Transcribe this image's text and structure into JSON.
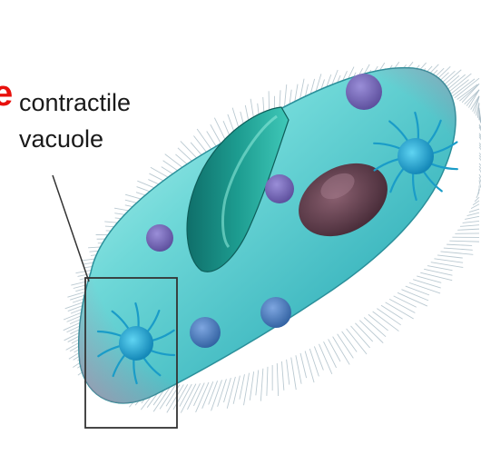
{
  "label": {
    "line1": "contractile",
    "line2": "vacuole",
    "partial_letter": "e"
  },
  "colors": {
    "body_light": "#8fe8e6",
    "body_mid": "#3fc0c4",
    "body_edge": "#2a8f9a",
    "rim_pink": "#c27a9c",
    "groove": "#1d8f86",
    "vacuole": "#1aa6cf",
    "nucleus": "#5a3a4a",
    "food_vacuole": "#3f78bb",
    "cilia": "#a9bcc6",
    "box": "#333333",
    "label_mark": "#e8100c"
  }
}
